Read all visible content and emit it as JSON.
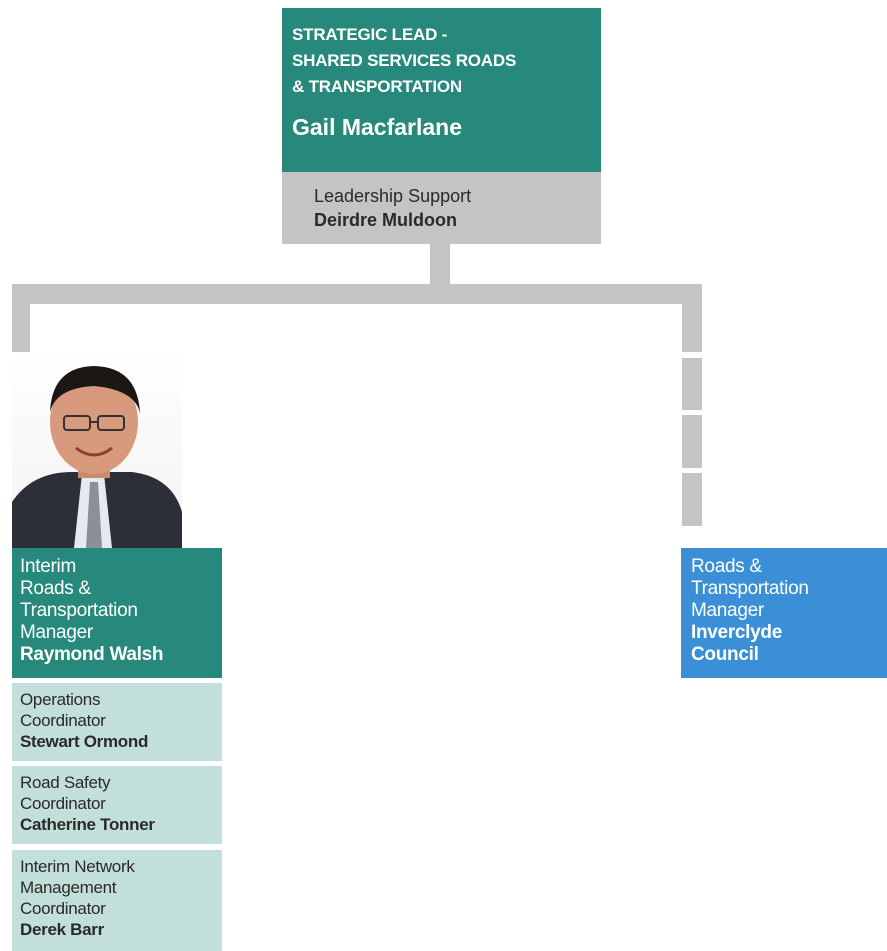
{
  "top": {
    "title": "STRATEGIC LEAD -\nSHARED SERVICES ROADS\n& TRANSPORTATION",
    "name": "Gail Macfarlane"
  },
  "support": {
    "role": "Leadership Support",
    "name": "Deirdre Muldoon"
  },
  "left_manager": {
    "role": "Interim\nRoads &\nTransportation\nManager",
    "name": "Raymond Walsh"
  },
  "right_manager": {
    "role": "Roads &\nTransportation\nManager",
    "name": "Inverclyde\nCouncil"
  },
  "coordinators": [
    {
      "role": "Operations\nCoordinator",
      "name": "Stewart Ormond"
    },
    {
      "role": "Road Safety\nCoordinator",
      "name": "Catherine Tonner"
    },
    {
      "role": "Interim Network\nManagement\nCoordinator",
      "name": "Derek Barr"
    }
  ],
  "colors": {
    "teal": "#27897b",
    "grey": "#c4c4c6",
    "blue": "#3a8fd6",
    "light_teal": "#c2dfd9"
  }
}
